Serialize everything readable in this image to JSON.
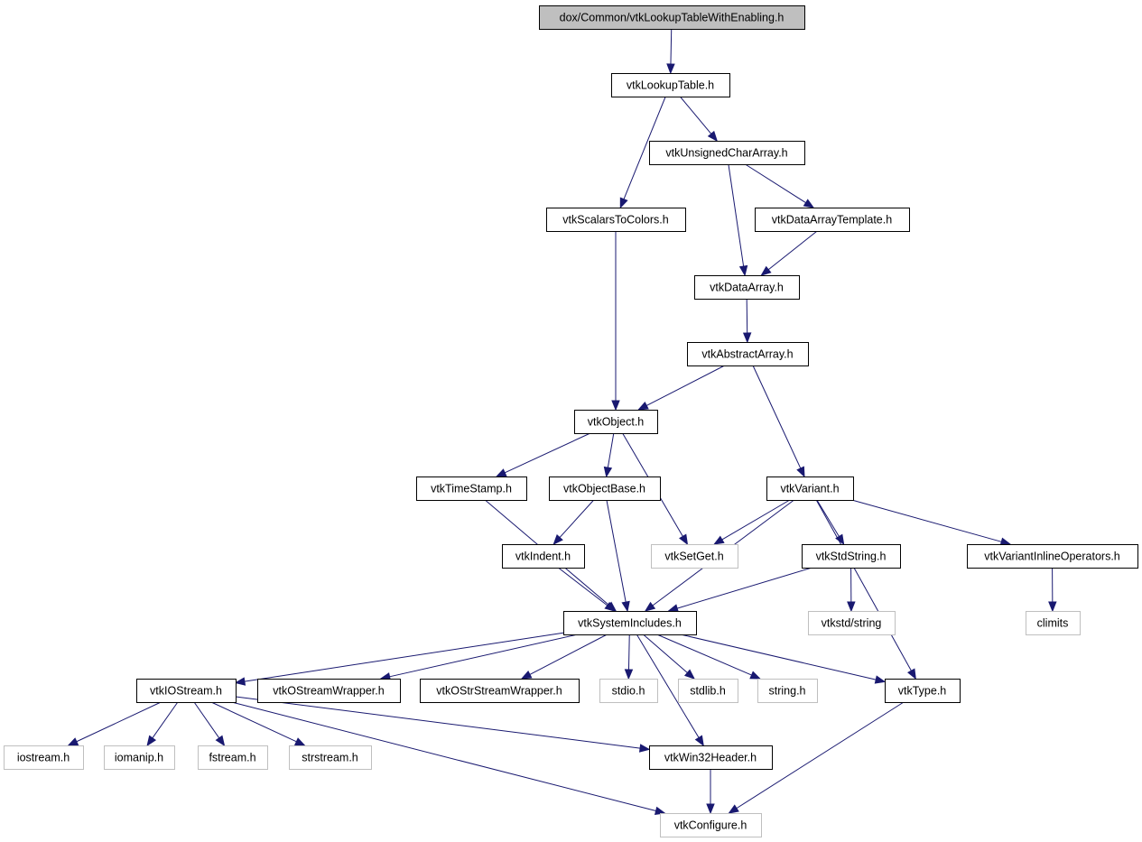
{
  "graph": {
    "title": "dox/Common/vtkLookupTableWithEnabling.h",
    "colors": {
      "edge": "#191970",
      "root_fill": "#bfbfbf",
      "external_border": "#bfbfbf"
    },
    "nodes": [
      {
        "label": "dox/Common/vtkLookupTableWithEnabling.h",
        "root": true
      },
      {
        "label": "vtkLookupTable.h"
      },
      {
        "label": "vtkUnsignedCharArray.h"
      },
      {
        "label": "vtkScalarsToColors.h"
      },
      {
        "label": "vtkDataArrayTemplate.h"
      },
      {
        "label": "vtkDataArray.h"
      },
      {
        "label": "vtkAbstractArray.h"
      },
      {
        "label": "vtkObject.h"
      },
      {
        "label": "vtkTimeStamp.h"
      },
      {
        "label": "vtkObjectBase.h"
      },
      {
        "label": "vtkVariant.h"
      },
      {
        "label": "vtkIndent.h"
      },
      {
        "label": "vtkSetGet.h",
        "external": true
      },
      {
        "label": "vtkStdString.h"
      },
      {
        "label": "vtkVariantInlineOperators.h"
      },
      {
        "label": "vtkSystemIncludes.h"
      },
      {
        "label": "vtkstd/string",
        "external": true
      },
      {
        "label": "climits",
        "external": true
      },
      {
        "label": "vtkIOStream.h"
      },
      {
        "label": "vtkOStreamWrapper.h"
      },
      {
        "label": "vtkOStrStreamWrapper.h"
      },
      {
        "label": "stdio.h",
        "external": true
      },
      {
        "label": "stdlib.h",
        "external": true
      },
      {
        "label": "string.h",
        "external": true
      },
      {
        "label": "vtkType.h"
      },
      {
        "label": "iostream.h",
        "external": true
      },
      {
        "label": "iomanip.h",
        "external": true
      },
      {
        "label": "fstream.h",
        "external": true
      },
      {
        "label": "strstream.h",
        "external": true
      },
      {
        "label": "vtkWin32Header.h"
      },
      {
        "label": "vtkConfigure.h",
        "external": true
      }
    ],
    "edges": [
      [
        0,
        1
      ],
      [
        1,
        2
      ],
      [
        1,
        3
      ],
      [
        2,
        4
      ],
      [
        2,
        5
      ],
      [
        4,
        5
      ],
      [
        3,
        7
      ],
      [
        5,
        6
      ],
      [
        6,
        7
      ],
      [
        6,
        10
      ],
      [
        7,
        8
      ],
      [
        7,
        9
      ],
      [
        7,
        12
      ],
      [
        8,
        15
      ],
      [
        9,
        11
      ],
      [
        9,
        15
      ],
      [
        10,
        12
      ],
      [
        10,
        13
      ],
      [
        10,
        14
      ],
      [
        10,
        15
      ],
      [
        10,
        24
      ],
      [
        11,
        15
      ],
      [
        13,
        15
      ],
      [
        13,
        16
      ],
      [
        14,
        17
      ],
      [
        15,
        18
      ],
      [
        15,
        19
      ],
      [
        15,
        20
      ],
      [
        15,
        21
      ],
      [
        15,
        22
      ],
      [
        15,
        23
      ],
      [
        15,
        24
      ],
      [
        15,
        29
      ],
      [
        18,
        25
      ],
      [
        18,
        26
      ],
      [
        18,
        27
      ],
      [
        18,
        28
      ],
      [
        18,
        29
      ],
      [
        18,
        30
      ],
      [
        24,
        30
      ],
      [
        29,
        30
      ]
    ]
  }
}
